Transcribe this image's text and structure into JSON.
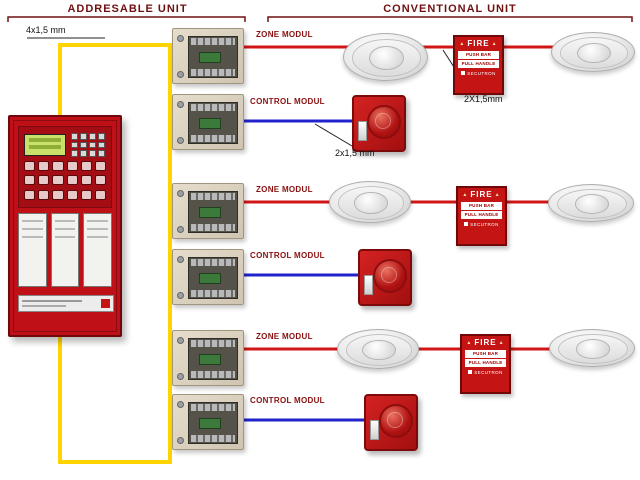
{
  "headers": {
    "addressable": "ADDRESABLE UNIT",
    "conventional": "CONVENTIONAL UNIT"
  },
  "cable_labels": {
    "panel_loop": "4x1,5 mm",
    "zone_branch": "2X1,5mm",
    "control_branch": "2x1,5 mm"
  },
  "modules": [
    {
      "label": "ZONE MODUL"
    },
    {
      "label": "CONTROL MODUL"
    },
    {
      "label": "ZONE MODUL"
    },
    {
      "label": "CONTROL MODUL"
    },
    {
      "label": "ZONE MODUL"
    },
    {
      "label": "CONTROL MODUL"
    }
  ],
  "pull_station": {
    "title": "FIRE",
    "band1": "PUSH BAR",
    "band2": "PULL HANDLE",
    "brand": "SECUTRON"
  },
  "colors": {
    "loop_wire": "#ffd400",
    "zone_wire": "#d01616",
    "control_wire": "#2222cc",
    "panel_red": "#bf1017"
  }
}
